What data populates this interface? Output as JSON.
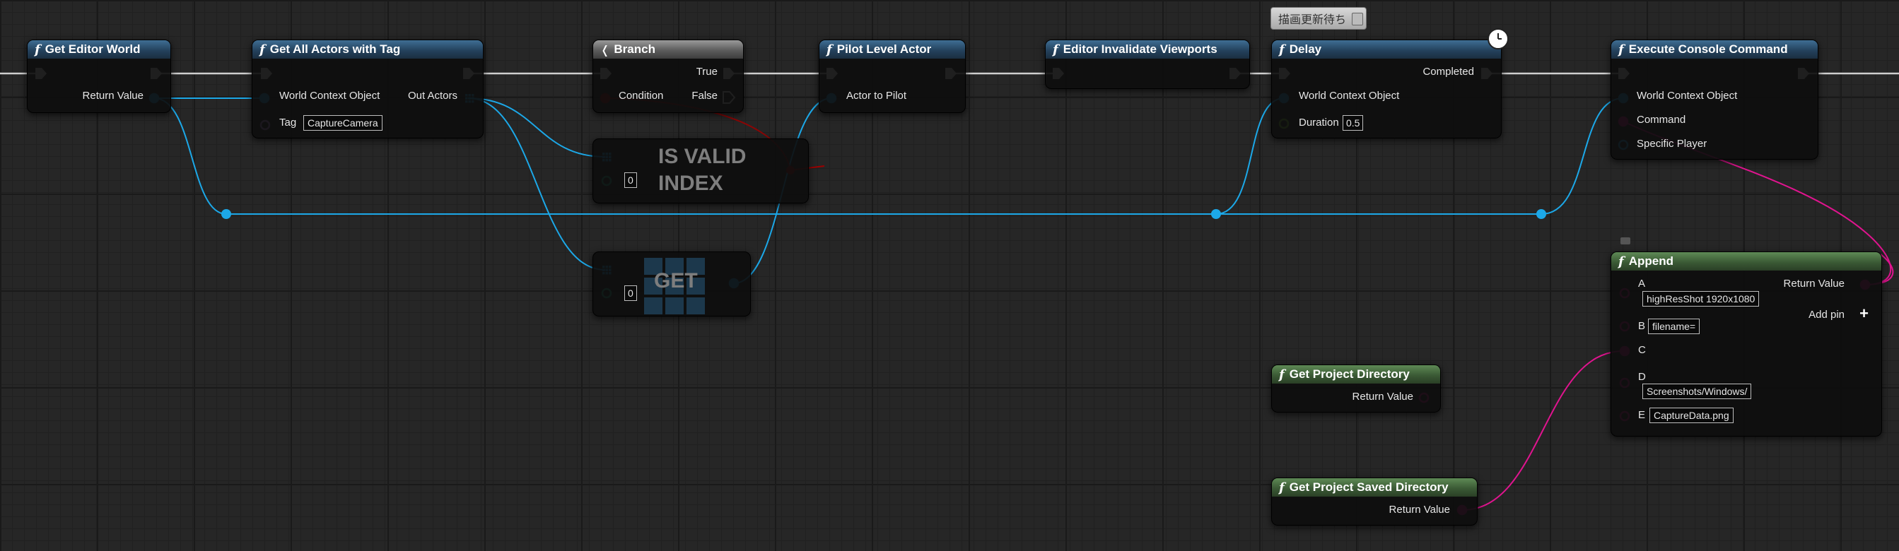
{
  "tooltip": "描画更新待ち",
  "nodes": {
    "get_editor_world": {
      "title": "Get Editor World",
      "out_return": "Return Value"
    },
    "get_all_actors": {
      "title": "Get All Actors with Tag",
      "in_world": "World Context Object",
      "in_tag": "Tag",
      "tag_value": "CaptureCamera",
      "out_actors": "Out Actors"
    },
    "branch": {
      "title": "Branch",
      "in_condition": "Condition",
      "out_true": "True",
      "out_false": "False"
    },
    "is_valid_index": {
      "line1": "IS VALID",
      "line2": "INDEX",
      "index_value": "0"
    },
    "get": {
      "label": "GET",
      "index_value": "0"
    },
    "pilot": {
      "title": "Pilot Level Actor",
      "in_actor": "Actor to Pilot"
    },
    "invalidate": {
      "title": "Editor Invalidate Viewports"
    },
    "delay": {
      "title": "Delay",
      "out_completed": "Completed",
      "in_world": "World Context Object",
      "in_duration": "Duration",
      "duration_value": "0.5"
    },
    "exec_console": {
      "title": "Execute Console Command",
      "in_world": "World Context Object",
      "in_command": "Command",
      "in_player": "Specific Player"
    },
    "append": {
      "title": "Append",
      "pin_a": "A",
      "a_value": "highResShot 1920x1080",
      "out_return": "Return Value",
      "add_pin": "Add pin",
      "pin_b": "B",
      "b_value": "filename=",
      "pin_c": "C",
      "pin_d": "D",
      "d_value": "Screenshots/Windows/",
      "pin_e": "E",
      "e_value": "CaptureData.png"
    },
    "project_dir": {
      "title": "Get Project Directory",
      "out_return": "Return Value"
    },
    "saved_dir": {
      "title": "Get Project Saved Directory",
      "out_return": "Return Value"
    }
  },
  "colors": {
    "exec": "#ffffff",
    "object": "#1ca8e8",
    "string": "#e0148f",
    "bool": "#9c0000",
    "int": "#1fb588",
    "float": "#7fcf2f",
    "name": "#c48fe6"
  },
  "icons": {
    "function": "function-icon",
    "branch": "branch-icon",
    "clock": "clock-icon",
    "array": "array-pin-icon",
    "add": "plus-icon"
  }
}
